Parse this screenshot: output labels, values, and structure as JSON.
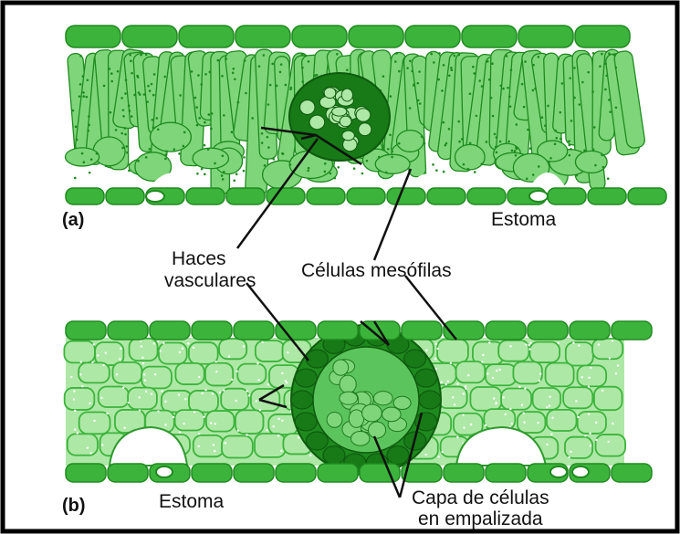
{
  "labels": {
    "panel_a": "(a)",
    "panel_b": "(b)",
    "estoma_top": "Estoma",
    "estoma_bottom": "Estoma",
    "haces_line1": "Haces",
    "haces_line2": "vasculares",
    "mesofilas": "Células mesófilas",
    "capa_line1": "Capa de células",
    "capa_line2": "en empalizada"
  },
  "colors": {
    "dark_green": "#1e8a1e",
    "mid_green": "#3cb43c",
    "light_green": "#7fd67a",
    "pale_green": "#aee8a6",
    "bundle_green": "#177a17",
    "line": "#111111"
  }
}
